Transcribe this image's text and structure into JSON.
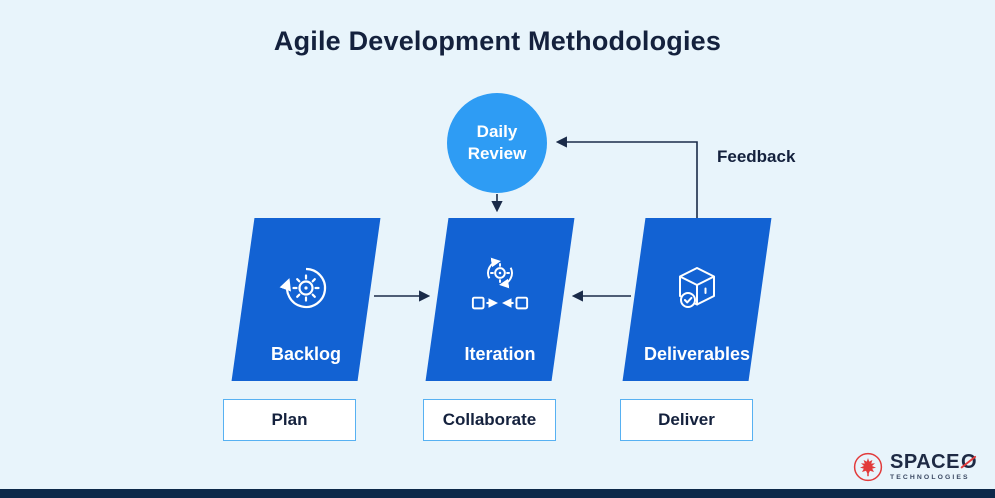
{
  "title": "Agile Development Methodologies",
  "daily_review": {
    "line1": "Daily",
    "line2": "Review"
  },
  "feedback_label": "Feedback",
  "nodes": [
    {
      "label": "Backlog",
      "action": "Plan",
      "icon": "backlog-cycle-icon"
    },
    {
      "label": "Iteration",
      "action": "Collaborate",
      "icon": "iteration-sync-merge-icon"
    },
    {
      "label": "Deliverables",
      "action": "Deliver",
      "icon": "package-check-icon"
    }
  ],
  "connectors": [
    "daily-review-to-iteration",
    "backlog-to-iteration",
    "deliverables-to-iteration",
    "deliverables-feedback-to-daily-review"
  ],
  "logo": {
    "brand": "SPACE",
    "brand_o": "O",
    "subtitle": "TECHNOLOGIES"
  },
  "colors": {
    "background": "#E8F4FB",
    "node_blue": "#1262D3",
    "circle_blue": "#2E9CF4",
    "text_navy": "#14213D",
    "accent_red": "#E23B3B",
    "footer_navy": "#0C2849"
  }
}
